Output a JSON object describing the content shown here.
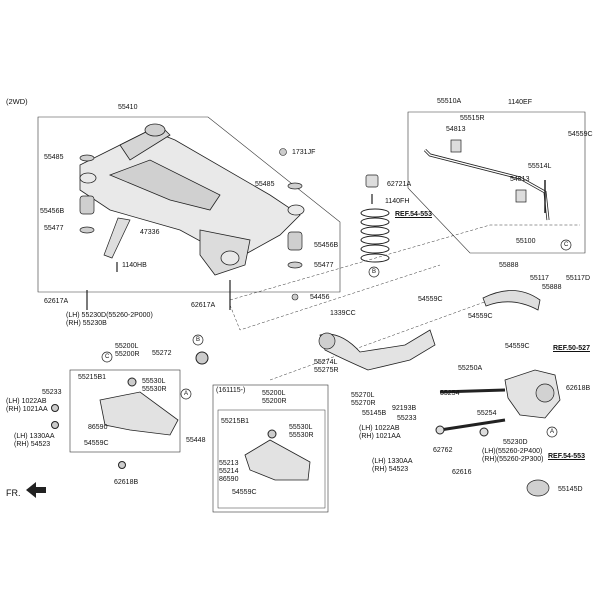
{
  "header": {
    "drive": "(2WD)"
  },
  "subframe": {
    "title": "55410",
    "parts": [
      "55485",
      "55485",
      "1731JF",
      "55456B",
      "55456B",
      "55477",
      "55477",
      "47336",
      "1140HB",
      "62617A",
      "62617A",
      "54456"
    ]
  },
  "spring": {
    "parts": [
      "62721A",
      "1140FH"
    ],
    "ref": "REF.54-553"
  },
  "stabilizer": {
    "title": "55510A",
    "parts": [
      "1140EF",
      "55515R",
      "54813",
      "54813",
      "54559C",
      "55514L"
    ]
  },
  "trailing_arm": {
    "parts": [
      "54559C",
      "1339CC",
      "55274L",
      "55275R",
      "55270L",
      "55270R",
      "55145B",
      "92193B",
      "55233",
      "1022AB",
      "1021AA",
      "1330AA",
      "54523"
    ],
    "lh": "(LH)",
    "rh": "(RH)"
  },
  "upper_arm": {
    "title": "55100",
    "parts": [
      "55888",
      "55117",
      "55117D",
      "55888",
      "54559C",
      "54559C"
    ]
  },
  "knuckle": {
    "ref1": "REF.50-527",
    "parts": [
      "55250A",
      "55254",
      "55254",
      "62618B",
      "55230D",
      "62762",
      "62616"
    ],
    "lh_code": "(LH)(55260-2P400)",
    "rh_code": "(RH)(55260-2P300)",
    "ref2": "REF.54-553",
    "bushing": "55145D"
  },
  "lower_arm": {
    "codes": [
      "(LH) 55230D(55260-2P000)",
      "(RH) 55230B"
    ],
    "parts": [
      "55200L",
      "55200R",
      "55272",
      "55215B1",
      "55530L",
      "55530R",
      "55233",
      "1022AB",
      "1021AA",
      "86590",
      "1330AA",
      "54523",
      "54559C",
      "55448",
      "62618B"
    ],
    "lh": "(LH)",
    "rh": "(RH)"
  },
  "lower_arm_new": {
    "date": "(161115-)",
    "parts": [
      "55200L",
      "55200R",
      "55215B1",
      "55530L",
      "55530R",
      "55213",
      "55214",
      "86590",
      "54559C"
    ]
  },
  "callouts": [
    "A",
    "B",
    "C"
  ],
  "front": "FR."
}
